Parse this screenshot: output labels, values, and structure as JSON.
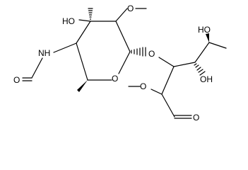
{
  "diagram": {
    "atoms": {
      "ho_ring": "HO",
      "nh": "NH",
      "o_formyl": "O",
      "o_ring": "O",
      "o_glycosidic": "O",
      "o_methoxy_ring": "O",
      "o_methoxy_chain": "O",
      "ho_chain_top": "HO",
      "oh_chain": "OH",
      "o_aldehyde": "O"
    },
    "colors": {
      "bond": "#000000",
      "label": "#000000",
      "background": "#ffffff"
    }
  }
}
